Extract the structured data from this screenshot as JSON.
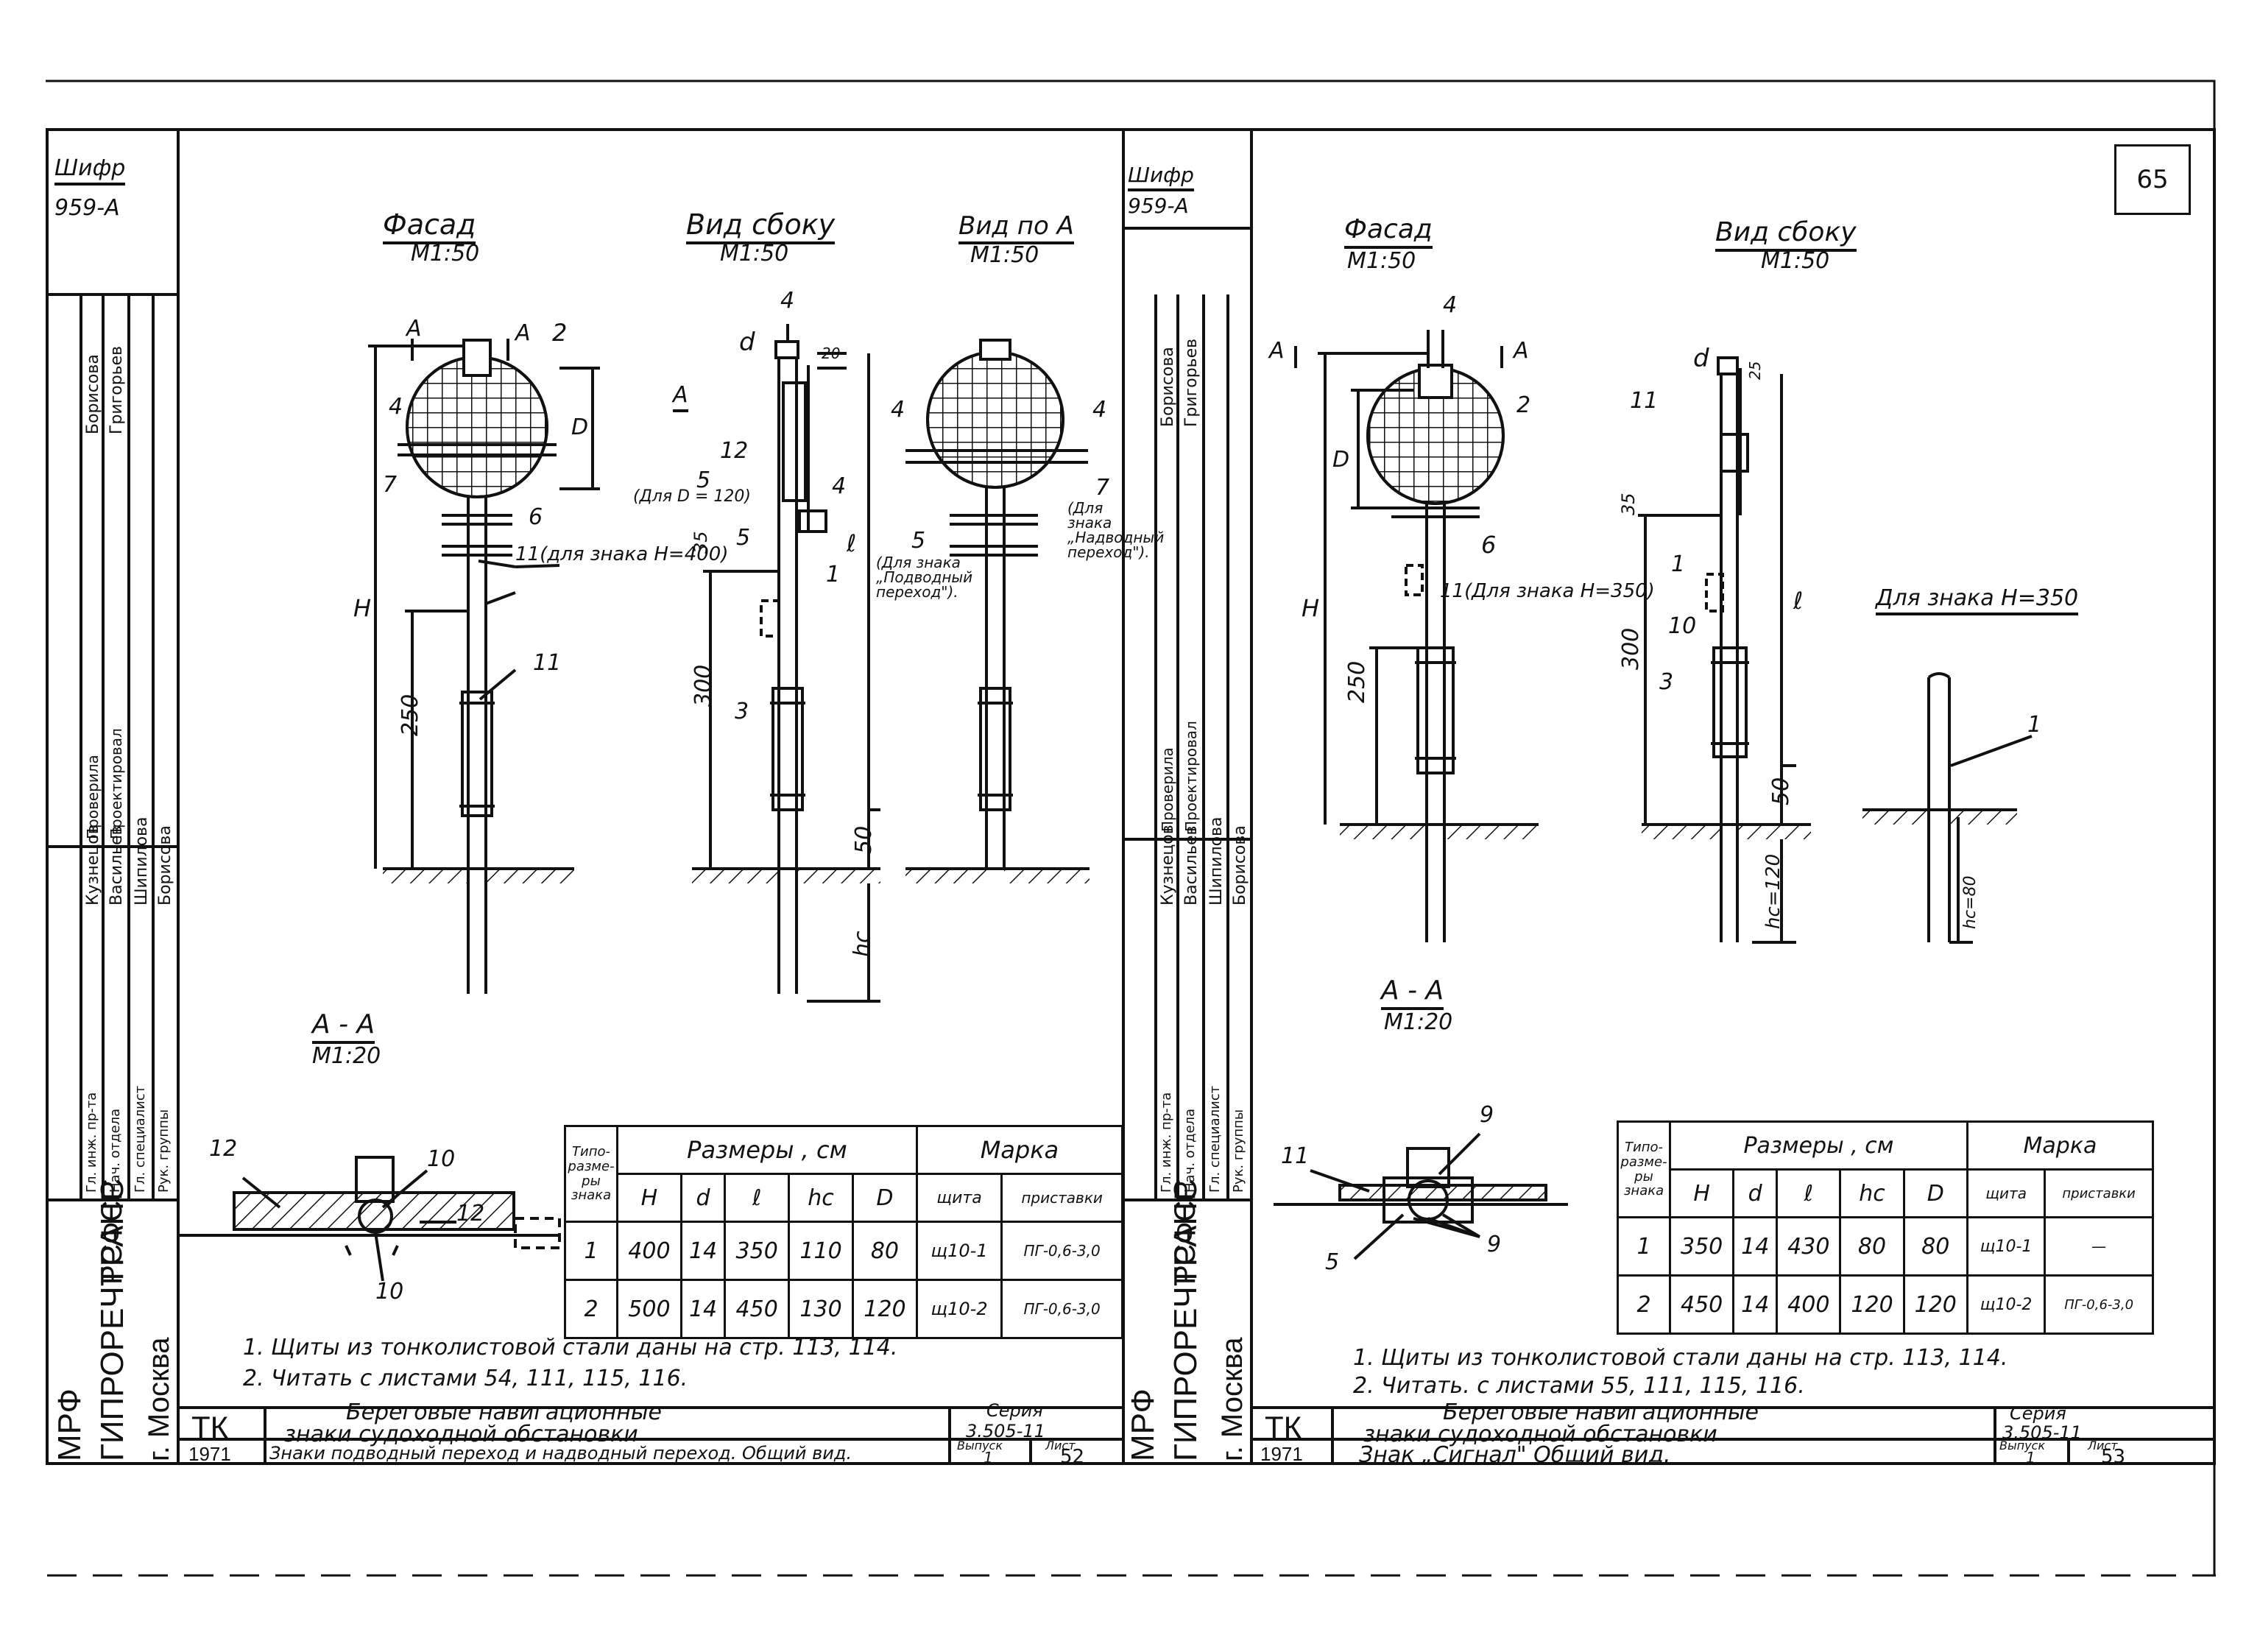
{
  "page_number": "65",
  "left_sheet": {
    "cipher_label": "Шифр",
    "cipher_value": "959-А",
    "view_front": {
      "title": "Фасад",
      "scale": "М1:50"
    },
    "view_side": {
      "title": "Вид сбоку",
      "scale": "М1:50"
    },
    "view_a": {
      "title": "Вид по А",
      "scale": "М1:50"
    },
    "section": {
      "title": "А - А",
      "scale": "М1:20"
    },
    "labels": {
      "a": "А",
      "d": "d",
      "H": "Н",
      "D": "D",
      "l": "ℓ",
      "hc": "hc",
      "dim_250": "250",
      "dim_300": "300",
      "dim_50": "50",
      "dim_35": "35",
      "dim_20": "20",
      "n2": "2",
      "n4": "4",
      "n7": "7",
      "n6": "6",
      "n11": "11",
      "n12": "12",
      "n5": "5",
      "n1": "1",
      "n3": "3",
      "n10": "10",
      "note_11": "11(для знака Н=400)",
      "note_5": "(Для D = 120)",
      "note_5b": "(Для знака „Подводный переход\").",
      "note_7": "(Для знака „Надводный переход\")."
    },
    "table": {
      "col_type": "Типо-разме-ры знака",
      "col_sizes": "Размеры , см",
      "col_mark": "Марка",
      "sub": [
        "Н",
        "d",
        "ℓ",
        "hc",
        "D",
        "щита",
        "приставки"
      ],
      "rows": [
        [
          "1",
          "400",
          "14",
          "350",
          "110",
          "80",
          "щ10-1",
          "ПГ-0,6-3,0"
        ],
        [
          "2",
          "500",
          "14",
          "450",
          "130",
          "120",
          "щ10-2",
          "ПГ-0,6-3,0"
        ]
      ]
    },
    "notes": [
      "1. Щиты из тонколистовой стали даны на стр. 113, 114.",
      "2. Читать      с листами 54, 111, 115, 116."
    ],
    "stamp": {
      "org1": "МРФ",
      "org2": "РСФСР",
      "org3": "ГИПРОРЕЧТРАНС",
      "city": "г. Москва",
      "tk": "ТК",
      "year": "1971",
      "title_line1": "Береговые    навигационные",
      "title_line2": "знаки    судоходной    обстановки",
      "subtitle": "Знаки подводный переход и надводный переход. Общий вид.",
      "series_label": "Серия",
      "series_value": "3.505-11",
      "issue_label": "Выпуск",
      "issue_value": "1",
      "sheet_label": "Лист",
      "sheet_value": "52"
    },
    "side_stamp": {
      "r1": [
        "Проверила",
        "Борисова"
      ],
      "r2": [
        "Проектировал",
        "Григорьев"
      ],
      "r3": [
        "Гл. инж. пр-та",
        "Кузнецов"
      ],
      "r4": [
        "Нач. отдела",
        "Васильев"
      ],
      "r5": [
        "Гл. специалист",
        "Шипилова"
      ],
      "r6": [
        "Рук. группы",
        "Борисова"
      ]
    }
  },
  "right_sheet": {
    "cipher_label": "Шифр",
    "cipher_value": "959-А",
    "view_front": {
      "title": "Фасад",
      "scale": "М1:50"
    },
    "view_side": {
      "title": "Вид сбоку",
      "scale": "М1:50"
    },
    "section": {
      "title": "А - А",
      "scale": "М1:20"
    },
    "extra_title": "Для знака Н=350",
    "labels": {
      "a": "А",
      "d": "d",
      "H": "Н",
      "D": "D",
      "l": "ℓ",
      "dim_250": "250",
      "dim_300": "300",
      "dim_50": "50",
      "dim_35": "35",
      "dim_25": "25",
      "hc120": "hc=120",
      "hc80": "hc=80",
      "n4": "4",
      "n2": "2",
      "n6": "6",
      "n11": "11",
      "n1": "1",
      "n10": "10",
      "n3": "3",
      "n9": "9",
      "n5": "5",
      "note_11": "11(Для знака Н=350)"
    },
    "table": {
      "col_type": "Типо-разме-ры знака",
      "col_sizes": "Размеры , см",
      "col_mark": "Марка",
      "sub": [
        "Н",
        "d",
        "ℓ",
        "hc",
        "D",
        "щита",
        "приставки"
      ],
      "rows": [
        [
          "1",
          "350",
          "14",
          "430",
          "80",
          "80",
          "щ10-1",
          "—"
        ],
        [
          "2",
          "450",
          "14",
          "400",
          "120",
          "120",
          "щ10-2",
          "ПГ-0,6-3,0"
        ]
      ]
    },
    "notes": [
      "1. Щиты из тонколистовой стали даны на стр. 113, 114.",
      "2. Читать.      с листами 55, 111, 115, 116."
    ],
    "stamp": {
      "org1": "МРФ",
      "org2": "РСФСР",
      "org3": "ГИПРОРЕЧТРАНС",
      "city": "г. Москва",
      "tk": "ТК",
      "year": "1971",
      "title_line1": "Береговые    навигационные",
      "title_line2": "знаки    судоходной    обстановки",
      "subtitle": "Знак „Сигнал\"  Общий  вид.",
      "series_label": "Серия",
      "series_value": "3.505-11",
      "issue_label": "Выпуск",
      "issue_value": "1",
      "sheet_label": "Лист",
      "sheet_value": "53"
    },
    "side_stamp": {
      "r1": [
        "Проверила",
        "Борисова"
      ],
      "r2": [
        "Проектировал",
        "Григорьев"
      ],
      "r3": [
        "Гл. инж. пр-та",
        "Кузнецов"
      ],
      "r4": [
        "Нач. отдела",
        "Васильев"
      ],
      "r5": [
        "Гл. специалист",
        "Шипилова"
      ],
      "r6": [
        "Рук. группы",
        "Борисова"
      ]
    }
  }
}
